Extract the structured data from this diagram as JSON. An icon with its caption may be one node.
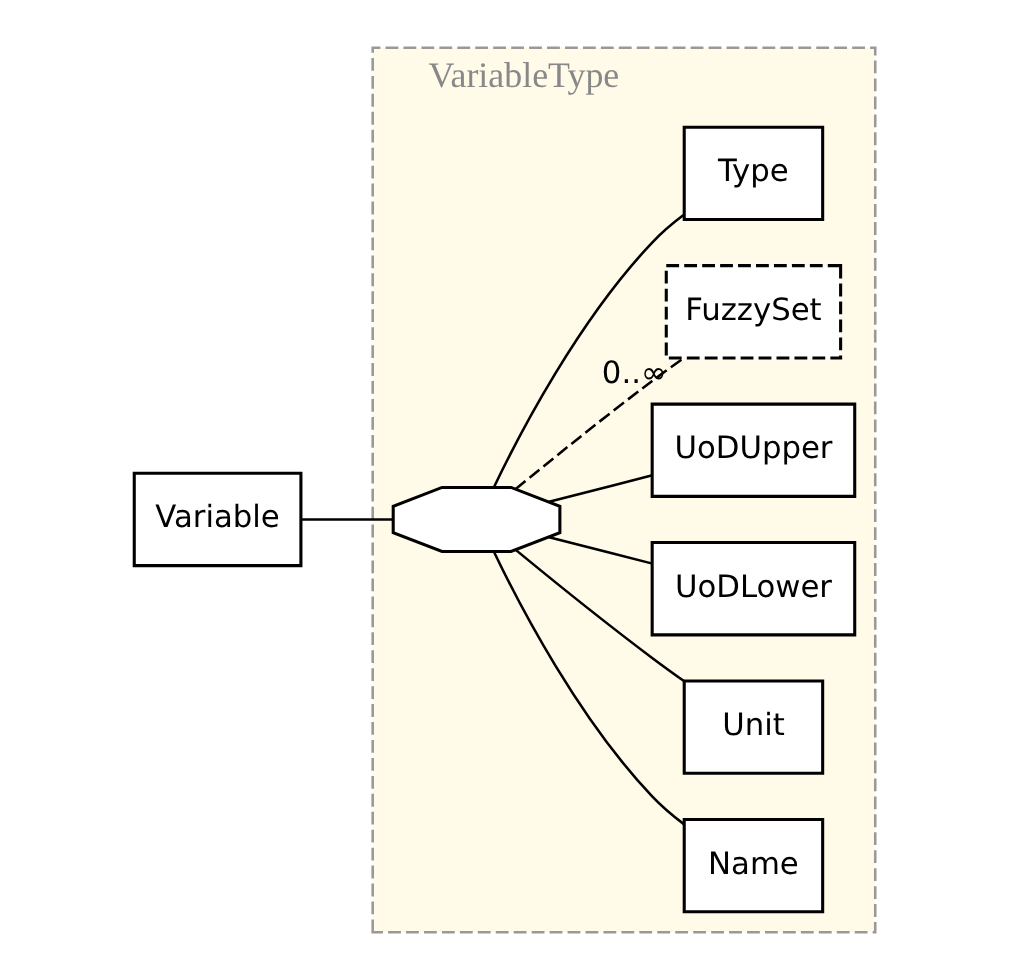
{
  "diagram": {
    "nodes": [
      {
        "text": [
          "VariableType"
        ]
      },
      {
        "text": [
          "Variable"
        ]
      },
      {
        "text": [],
        "shape": "octagon",
        "in": 0
      },
      {
        "text": [
          "Name"
        ],
        "in": 0
      },
      {
        "text": [
          "Unit"
        ],
        "in": 0
      },
      {
        "text": [
          "UoDLower"
        ],
        "in": 0
      },
      {
        "text": [
          "UoDUpper"
        ],
        "in": 0
      },
      {
        "text": [
          "FuzzySet"
        ],
        "in": 0,
        "beside": [
          "0..∞"
        ]
      },
      {
        "text": [
          "Type"
        ],
        "in": 0
      }
    ],
    "edges": [
      {
        "from": 1,
        "to": 2,
        "arrow": "none"
      },
      {
        "from": 2,
        "to": 3,
        "arrow": "none"
      },
      {
        "from": 2,
        "to": 4,
        "arrow": "none"
      },
      {
        "from": 2,
        "to": 5,
        "arrow": "none"
      },
      {
        "from": 2,
        "to": 6,
        "arrow": "none"
      },
      {
        "from": 2,
        "to": 7,
        "arrow": "none",
        "style": "dashed"
      },
      {
        "from": 2,
        "to": 8,
        "arrow": "none"
      }
    ]
  }
}
